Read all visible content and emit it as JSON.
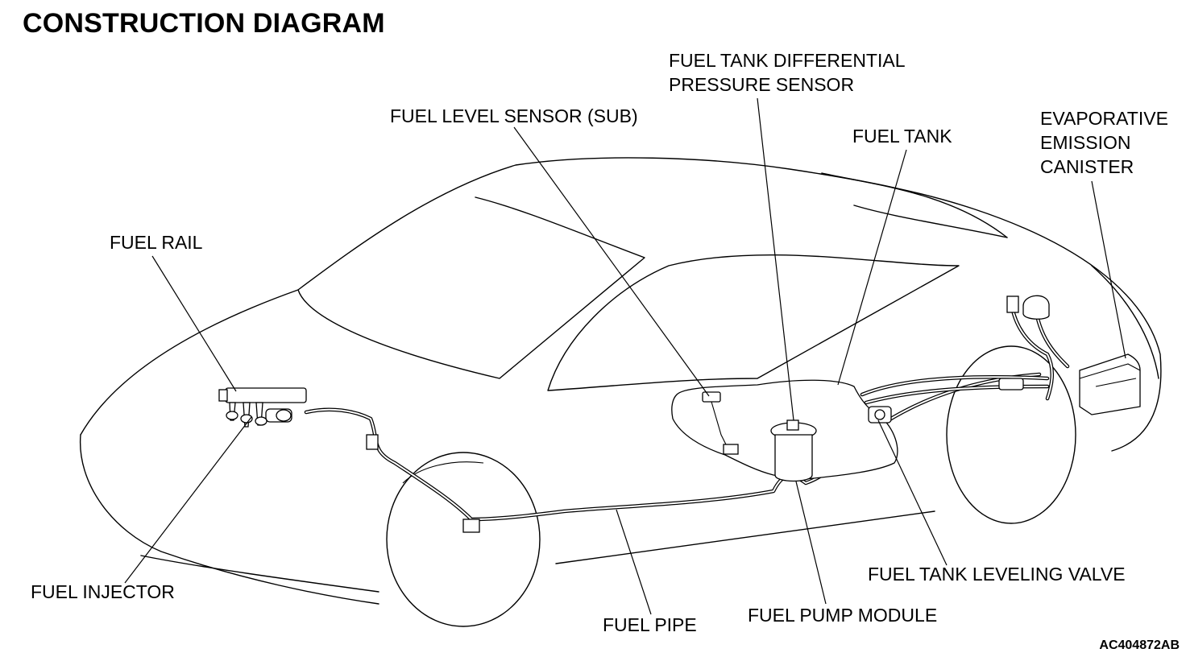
{
  "title": "CONSTRUCTION DIAGRAM",
  "figure_code": "AC404872AB",
  "labels": {
    "fuel_tank_differential_pressure_sensor": [
      "FUEL TANK DIFFERENTIAL",
      "PRESSURE SENSOR"
    ],
    "fuel_level_sensor_sub": "FUEL LEVEL SENSOR (SUB)",
    "fuel_tank": "FUEL TANK",
    "evaporative_emission_canister": [
      "EVAPORATIVE",
      "EMISSION",
      "CANISTER"
    ],
    "fuel_rail": "FUEL RAIL",
    "fuel_injector": "FUEL INJECTOR",
    "fuel_pipe": "FUEL PIPE",
    "fuel_pump_module": "FUEL PUMP MODULE",
    "fuel_tank_leveling_valve": "FUEL TANK LEVELING VALVE"
  }
}
